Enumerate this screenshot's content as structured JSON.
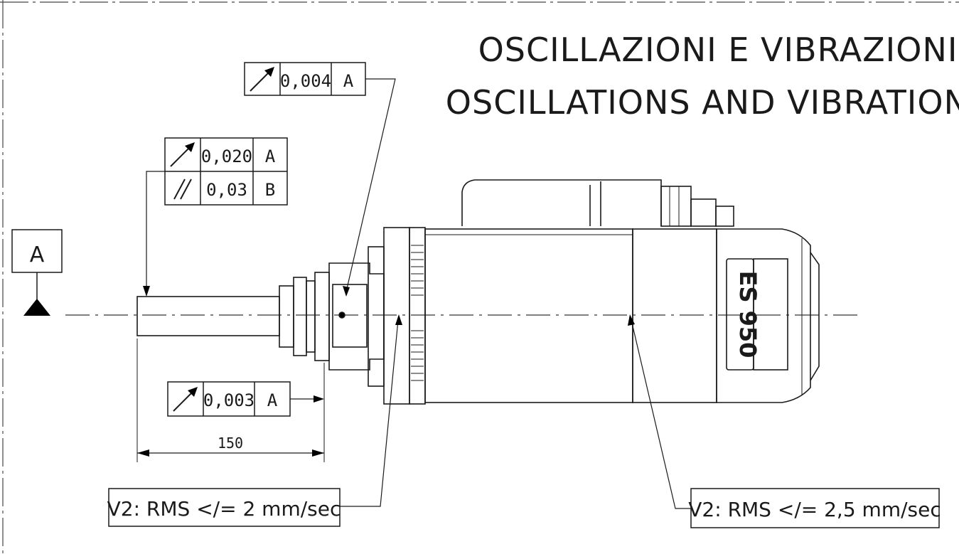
{
  "title": {
    "line1": "OSCILLAZIONI E VIBRAZIONI",
    "line2": "OSCILLATIONS AND VIBRATIONS"
  },
  "datum": {
    "label": "A"
  },
  "fcf_top": {
    "value": "0,004",
    "datum": "A"
  },
  "fcf_left": {
    "row1": {
      "value": "0,020",
      "datum": "A"
    },
    "row2": {
      "value": "0,03",
      "datum": "B"
    }
  },
  "fcf_bottom": {
    "value": "0,003",
    "datum": "A"
  },
  "dimension": {
    "value": "150"
  },
  "callout_left": {
    "text": "V2: RMS </= 2 mm/sec"
  },
  "callout_right": {
    "text": "V2: RMS </= 2,5 mm/sec"
  },
  "motor_label": {
    "text": "ES 950"
  }
}
